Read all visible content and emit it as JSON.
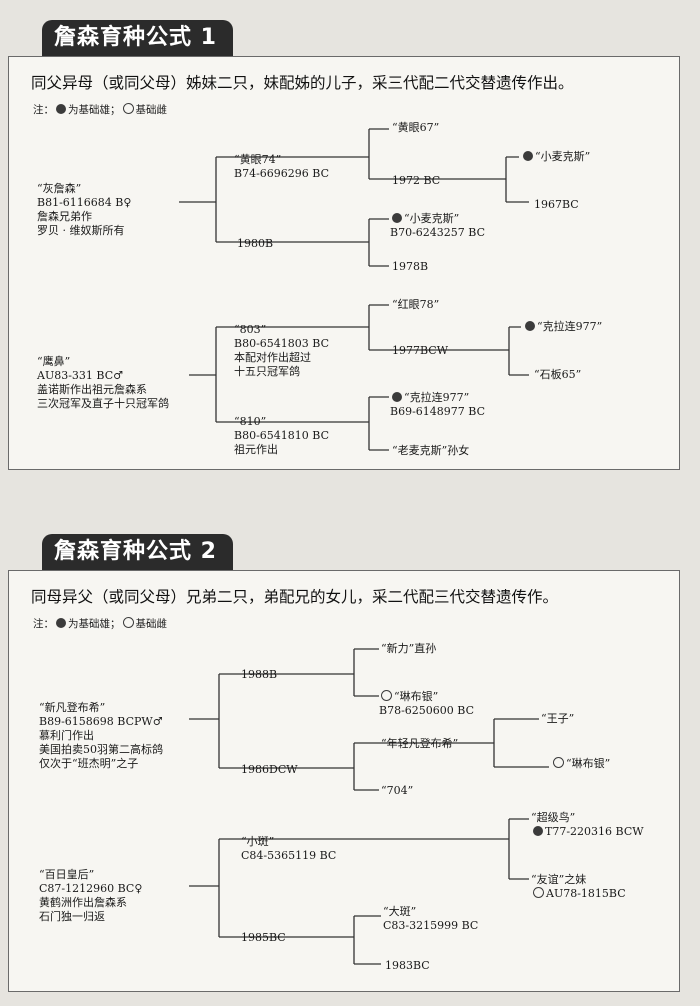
{
  "formula1": {
    "tab_title": "詹森育种公式 1",
    "rule": "同父异母（或同父母）姊妹二只，妹配姊的儿子，采三代配二代交替遗传作出。",
    "note": {
      "prefix": "注：",
      "male_label": "为基础雄；",
      "female_label": "基础雌"
    },
    "nodes": {
      "huizhansen": {
        "l1": "“灰詹森”",
        "l2": "B81-6116684 B♀",
        "l3": "詹森兄弟作",
        "l4": "罗贝 · 维奴斯所有"
      },
      "huangyan74": {
        "l1": "“黄眼74”",
        "l2": "B74-6696296 BC"
      },
      "huangyan67": {
        "l1": "“黄眼67”"
      },
      "y1972": {
        "l1": "1972 BC"
      },
      "xiaomaikesi_a": {
        "l1": "“小麦克斯”"
      },
      "y1967": {
        "l1": "1967BC"
      },
      "y1980": {
        "l1": "1980B"
      },
      "xiaomaikesi_b": {
        "l1": "“小麦克斯”",
        "l2": "B70-6243257 BC"
      },
      "y1978": {
        "l1": "1978B"
      },
      "yingbi": {
        "l1": "“鹰鼻”",
        "l2": "AU83-331 BC♂",
        "l3": "盖诺斯作出祖元詹森系",
        "l4": "三次冠军及直子十只冠军鸽"
      },
      "n803": {
        "l1": "“803”",
        "l2": "B80-6541803 BC",
        "l3": "本配对作出超过",
        "l4": "十五只冠军鸽"
      },
      "hongyan78": {
        "l1": "“红眼78”"
      },
      "y1977": {
        "l1": "1977BCW"
      },
      "kelalian977_a": {
        "l1": "“克拉连977”"
      },
      "shiban65": {
        "l1": "“石板65”"
      },
      "n810": {
        "l1": "“810”",
        "l2": "B80-6541810 BC",
        "l3": "祖元作出"
      },
      "kelalian977_b": {
        "l1": "“克拉连977”",
        "l2": "B69-6148977 BC"
      },
      "laomaikesi": {
        "l1": "“老麦克斯”孙女"
      }
    }
  },
  "formula2": {
    "tab_title": "詹森育种公式 2",
    "rule": "同母异父（或同父母）兄弟二只，弟配兄的女儿，采二代配三代交替遗传作。",
    "note": {
      "prefix": "注：",
      "male_label": "为基础雄；",
      "female_label": "基础雌"
    },
    "nodes": {
      "xinfan": {
        "l1": "“新凡登布希”",
        "l2": "B89-6158698 BCPW♂",
        "l3": "慕利门作出",
        "l4": "美国拍卖50羽第二高标鸽",
        "l5": "仅次于“班杰明”之子"
      },
      "y1988": {
        "l1": "1988B"
      },
      "xinli": {
        "l1": "“新力”直孙"
      },
      "linbuyin_a": {
        "l1": "“琳布银”",
        "l2": "B78-6250600 BC"
      },
      "y1986": {
        "l1": "1986DCW"
      },
      "nianqing": {
        "l1": "“年轻凡登布希”"
      },
      "wangzi": {
        "l1": "“王子”"
      },
      "linbuyin_b": {
        "l1": "“琳布银”"
      },
      "n704": {
        "l1": "“704”"
      },
      "bairi": {
        "l1": "“百日皇后”",
        "l2": "C87-1212960 BC♀",
        "l3": "黄鹤洲作出詹森系",
        "l4": "石门独一归返"
      },
      "xiaoban": {
        "l1": "“小斑”",
        "l2": "C84-5365119 BC"
      },
      "chaoji": {
        "l1": "“超级鸟”",
        "l2": "T77-220316 BCW"
      },
      "youyi": {
        "l1": "“友谊”之妹",
        "l2": "AU78-1815BC"
      },
      "y1985": {
        "l1": "1985BC"
      },
      "daban": {
        "l1": "“大斑”",
        "l2": "C83-3215999 BC"
      },
      "y1983": {
        "l1": "1983BC"
      }
    }
  },
  "colors": {
    "tab": "#2b2b2b",
    "panel": "#f7f6f2",
    "page": "#e6e4df",
    "line": "#333333"
  }
}
